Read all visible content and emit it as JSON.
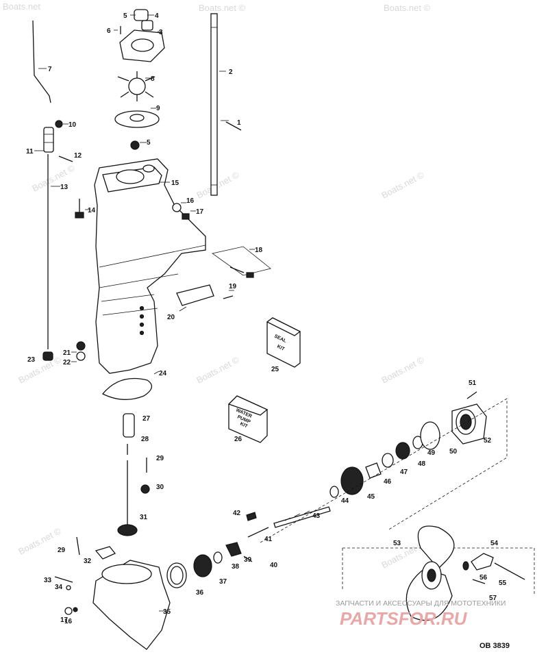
{
  "watermarks": [
    "Boats.net",
    "Boats.net ©",
    "Boats.net ©",
    "Boats.net ©",
    "Boats.net ©",
    "Boats.net ©",
    "Boats.net ©",
    "Boats.net ©",
    "Boats.net ©",
    "Boats.net ©",
    "Boats.net ©"
  ],
  "boxes": {
    "seal_kit": [
      "SEAL",
      "KIT"
    ],
    "water_pump_kit": [
      "WATER",
      "PUMP",
      "KIT"
    ]
  },
  "callouts": [
    "1",
    "2",
    "3",
    "4",
    "5",
    "5",
    "6",
    "7",
    "8",
    "9",
    "10",
    "11",
    "12",
    "13",
    "14",
    "15",
    "16",
    "17",
    "17",
    "18",
    "19",
    "20",
    "21",
    "22",
    "23",
    "24",
    "25",
    "26",
    "27",
    "28",
    "29",
    "29",
    "30",
    "31",
    "32",
    "33",
    "34",
    "35",
    "36",
    "37",
    "38",
    "39",
    "40",
    "41",
    "42",
    "43",
    "44",
    "45",
    "46",
    "47",
    "48",
    "49",
    "50",
    "51",
    "52",
    "53",
    "54",
    "55",
    "56",
    "57",
    "16"
  ],
  "branding": {
    "tagline": "ЗАПЧАСТИ И АКСЕССУАРЫ ДЛЯ МОТОТЕХНИКИ",
    "logo": "PARTSFOR.RU"
  },
  "drawing_code": "OB 3839"
}
